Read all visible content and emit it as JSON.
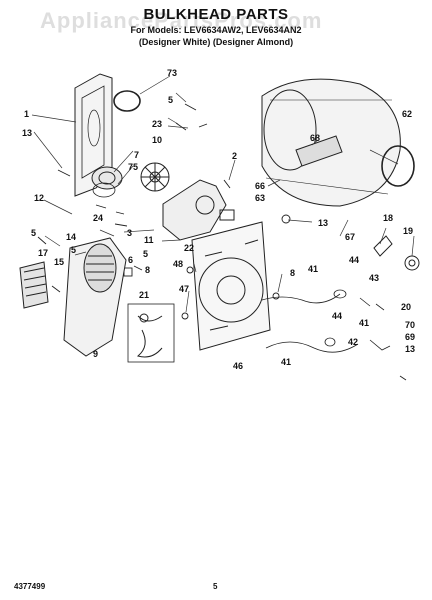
{
  "page": {
    "watermark": "AppliancePartsPros.com",
    "title": "BULKHEAD PARTS",
    "models_line": "For Models: LEV6634AW2, LEV6634AN2",
    "colors_line": "(Designer White)  (Designer Almond)",
    "document_number": "4377499",
    "page_number": "5"
  },
  "callouts": [
    "73",
    "1",
    "13",
    "5",
    "7",
    "75",
    "23",
    "10",
    "2",
    "12",
    "24",
    "3",
    "5",
    "14",
    "17",
    "15",
    "5",
    "6",
    "5",
    "8",
    "9",
    "11",
    "22",
    "48",
    "47",
    "21",
    "62",
    "68",
    "66",
    "63",
    "13",
    "67",
    "18",
    "19",
    "44",
    "43",
    "41",
    "20",
    "8",
    "70",
    "69",
    "13",
    "44",
    "41",
    "42",
    "46",
    "41"
  ]
}
